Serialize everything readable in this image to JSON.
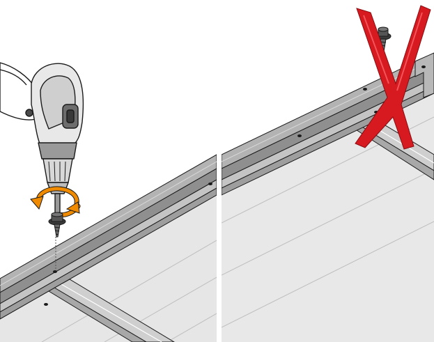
{
  "figure": {
    "panels": [
      {
        "id": "correct-installation",
        "depicts": [
          "drill-icon",
          "rotation-arrow-icon",
          "screw-icon",
          "roof-profile",
          "pilot-hole"
        ],
        "verdict": "allowed"
      },
      {
        "id": "incorrect-installation",
        "depicts": [
          "screw-icon",
          "cross-mark-icon",
          "roof-profile"
        ],
        "verdict": "not-allowed"
      }
    ],
    "colors": {
      "cross_mark": "#d71920",
      "rotation_arrow": "#f08a00",
      "profile_gray": "#9a9a9a",
      "panel_gray": "#e6e6e6",
      "line_dark": "#1a1a1a"
    }
  }
}
